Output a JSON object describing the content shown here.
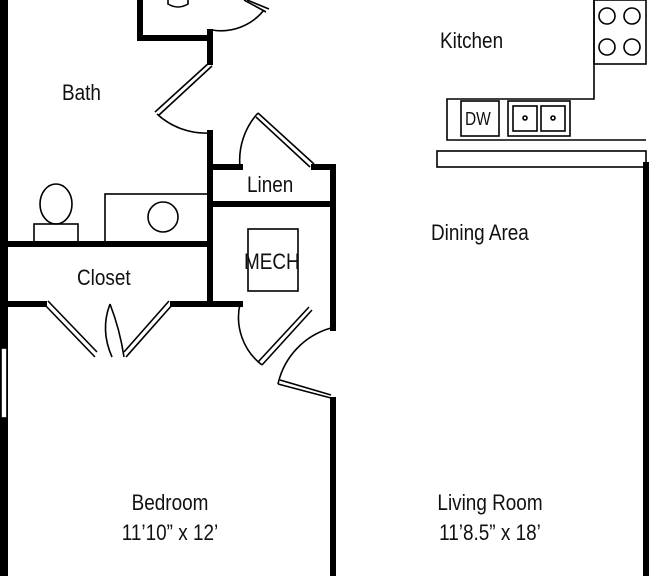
{
  "colors": {
    "wall": "#000000",
    "background": "#ffffff",
    "text": "#111111"
  },
  "rooms": {
    "kitchen": {
      "label": "Kitchen"
    },
    "bath": {
      "label": "Bath"
    },
    "linen": {
      "label": "Linen"
    },
    "mech": {
      "label": "MECH"
    },
    "closet": {
      "label": "Closet"
    },
    "dining": {
      "label": "Dining Area"
    },
    "bedroom": {
      "label": "Bedroom",
      "size": "11’10” x 12’"
    },
    "living": {
      "label": "Living Room",
      "size": "11’8.5” x 18’"
    }
  },
  "fixtures": {
    "dishwasher": "DW"
  }
}
